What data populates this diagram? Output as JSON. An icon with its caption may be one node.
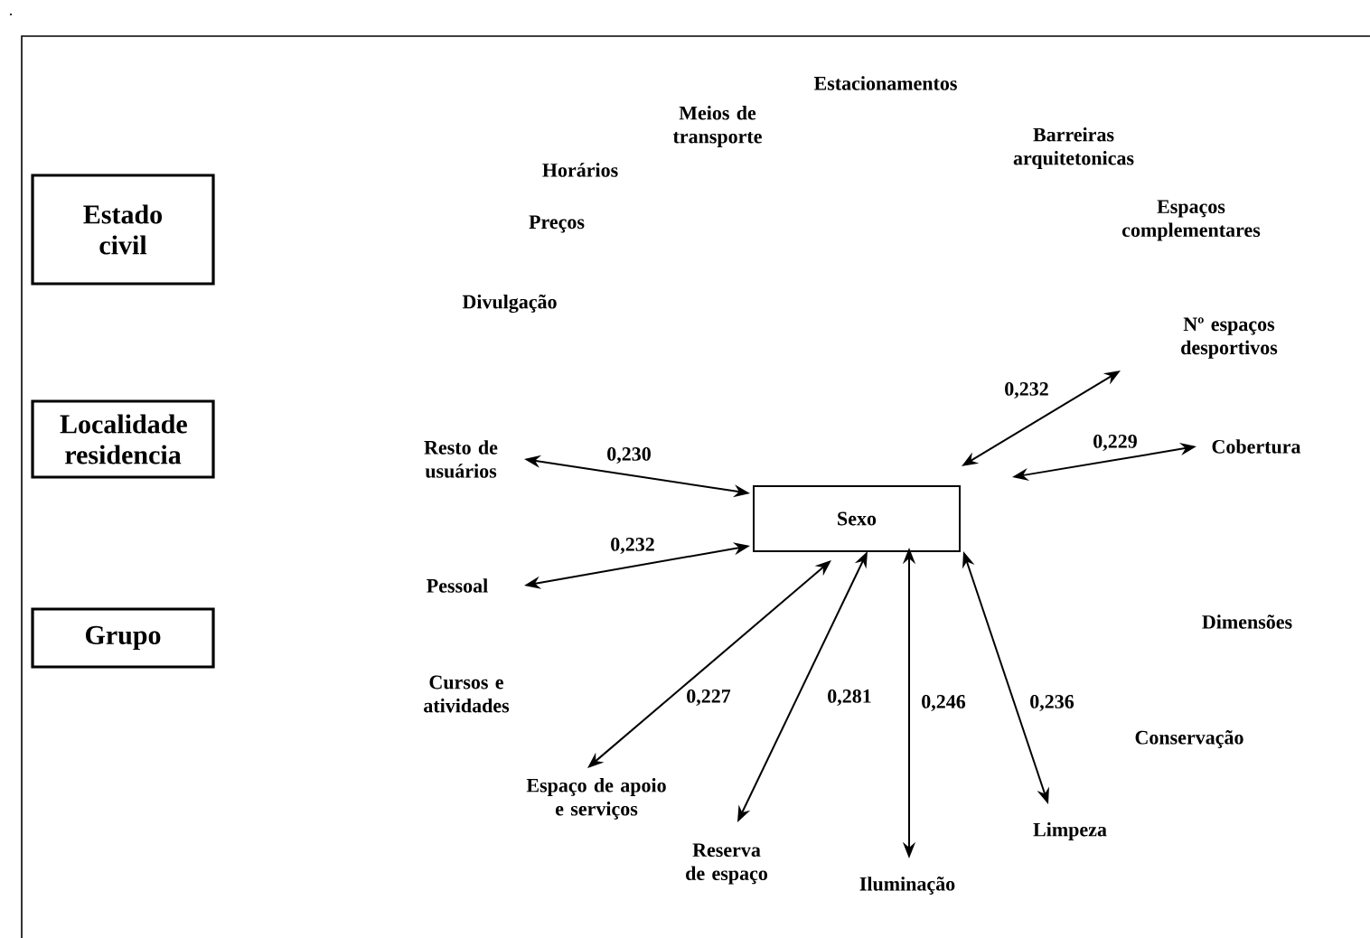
{
  "diagram": {
    "nodes": [
      {
        "text": [
          "Estado civil"
        ]
      },
      {
        "text": [
          "Localidade residencia"
        ]
      },
      {
        "text": [
          "Resto de usuários"
        ]
      },
      {
        "text": [
          "Sexo"
        ]
      },
      {
        "text": [
          "Nº espaços desportivos"
        ]
      },
      {
        "text": [
          "Cobertura"
        ]
      },
      {
        "text": [
          "Pessoal"
        ]
      },
      {
        "text": [
          "Grupo"
        ]
      },
      {
        "text": [
          "Espaço de apoio e serviços"
        ]
      },
      {
        "text": [
          "Reserva de espaço"
        ]
      },
      {
        "text": [
          "Iluminação"
        ]
      },
      {
        "text": [
          "Limpeza"
        ]
      }
    ],
    "edges": [
      {
        "from": 3,
        "to": 2,
        "arrow": "both",
        "label": "0,230"
      },
      {
        "from": 3,
        "to": 6,
        "arrow": "both",
        "label": "0,232"
      },
      {
        "from": 3,
        "to": 4,
        "arrow": "both",
        "label": "0,232"
      },
      {
        "from": 3,
        "to": 5,
        "arrow": "both",
        "label": "0,229"
      },
      {
        "from": 3,
        "to": 8,
        "arrow": "both",
        "label": "0,227"
      },
      {
        "from": 3,
        "to": 9,
        "arrow": "both",
        "label": "0,281"
      },
      {
        "from": 3,
        "to": 10,
        "arrow": "both",
        "label": "0,246"
      },
      {
        "from": 3,
        "to": 11,
        "arrow": "both",
        "label": "0,236"
      }
    ],
    "labels": [
      "Estacionamentos",
      "Meios de transporte",
      "Barreiras arquitetonicas",
      "Horários",
      "Espaços complementares",
      "Preços",
      "Divulgação",
      "Dimensões",
      "Cursos e atividades",
      "Conservação"
    ]
  }
}
